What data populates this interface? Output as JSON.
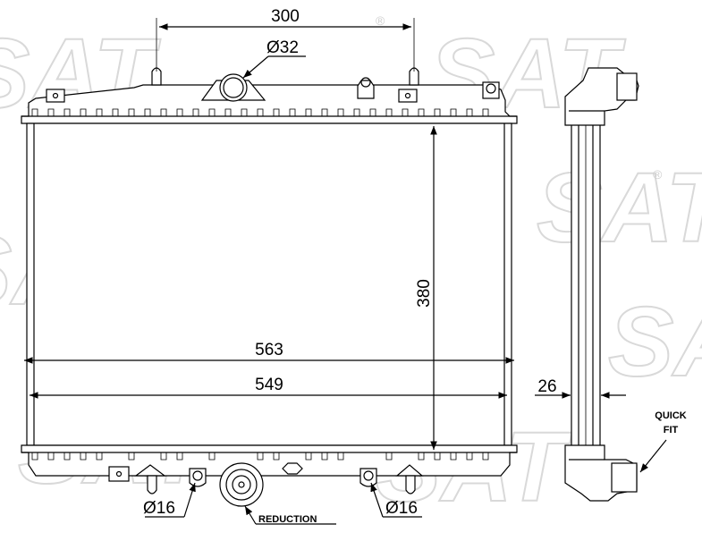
{
  "watermark": {
    "text": "SAT",
    "mark": "®"
  },
  "dimensions": {
    "top_spacing": "300",
    "inlet_diameter": "Ø32",
    "height": "380",
    "overall_width": "563",
    "core_width": "549",
    "thickness": "26",
    "outlet_left": "Ø16",
    "outlet_right": "Ø16"
  },
  "labels": {
    "reduction": "REDUCTION",
    "quick_fit_line1": "QUICK",
    "quick_fit_line2": "FIT"
  }
}
